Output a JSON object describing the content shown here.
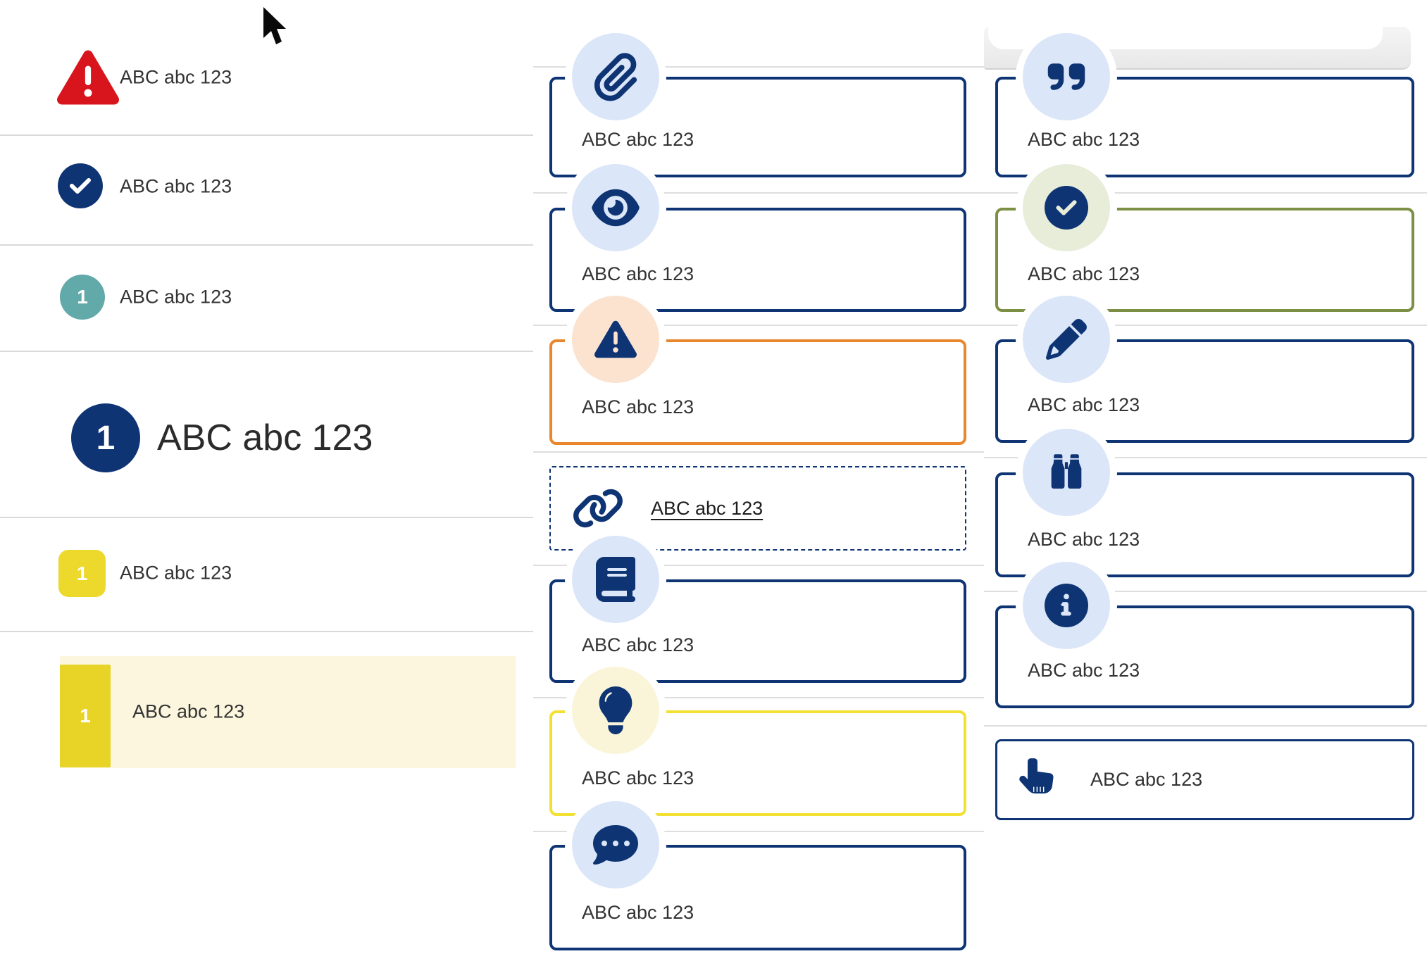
{
  "left_list": {
    "items": [
      {
        "icon": "triangle-exclamation",
        "label": "ABC abc 123"
      },
      {
        "icon": "circle-check",
        "label": "ABC abc 123"
      },
      {
        "badge": "1",
        "label": "ABC abc 123"
      },
      {
        "badge": "1",
        "label": "ABC abc 123",
        "emphasis": "large"
      },
      {
        "badge": "1",
        "label": "ABC abc 123"
      },
      {
        "badge": "1",
        "label": "ABC abc 123",
        "highlighted": true
      }
    ]
  },
  "middle_cards": {
    "items": [
      {
        "icon": "paperclip",
        "label": "ABC abc 123",
        "variant": "navy"
      },
      {
        "icon": "eye",
        "label": "ABC abc 123",
        "variant": "navy"
      },
      {
        "icon": "triangle-exclamation",
        "label": "ABC abc 123",
        "variant": "orange"
      },
      {
        "icon": "link",
        "label": "ABC abc 123",
        "variant": "dashed-link"
      },
      {
        "icon": "book",
        "label": "ABC abc 123",
        "variant": "navy"
      },
      {
        "icon": "lightbulb",
        "label": "ABC abc 123",
        "variant": "yellow"
      },
      {
        "icon": "comment-dots",
        "label": "ABC abc 123",
        "variant": "navy"
      }
    ]
  },
  "right_cards": {
    "items": [
      {
        "icon": "quote-right",
        "label": "ABC abc 123",
        "variant": "navy"
      },
      {
        "icon": "circle-check",
        "label": "ABC abc 123",
        "variant": "olive"
      },
      {
        "icon": "pencil",
        "label": "ABC abc 123",
        "variant": "navy"
      },
      {
        "icon": "binoculars",
        "label": "ABC abc 123",
        "variant": "navy"
      },
      {
        "icon": "circle-info",
        "label": "ABC abc 123",
        "variant": "navy"
      },
      {
        "icon": "hand-point-up",
        "label": "ABC abc 123",
        "variant": "navy-compact"
      }
    ]
  },
  "colors": {
    "navy": "#0e3474",
    "icon_circle_blue": "#dbe6f8",
    "alert_red": "#d8141d",
    "teal_badge": "#62a9a9",
    "yellow_badge": "#ecd92b",
    "yellow_accent_bar": "#e8d426",
    "row_highlight": "#fbf6dd",
    "orange_border": "#e8872e",
    "peach_circle": "#fbe3d0",
    "yellow_border": "#f2e134",
    "pale_yellow_circle": "#faf5d9",
    "olive_border": "#7d8f45",
    "pale_green_circle": "#e8edda",
    "text": "#333333"
  }
}
